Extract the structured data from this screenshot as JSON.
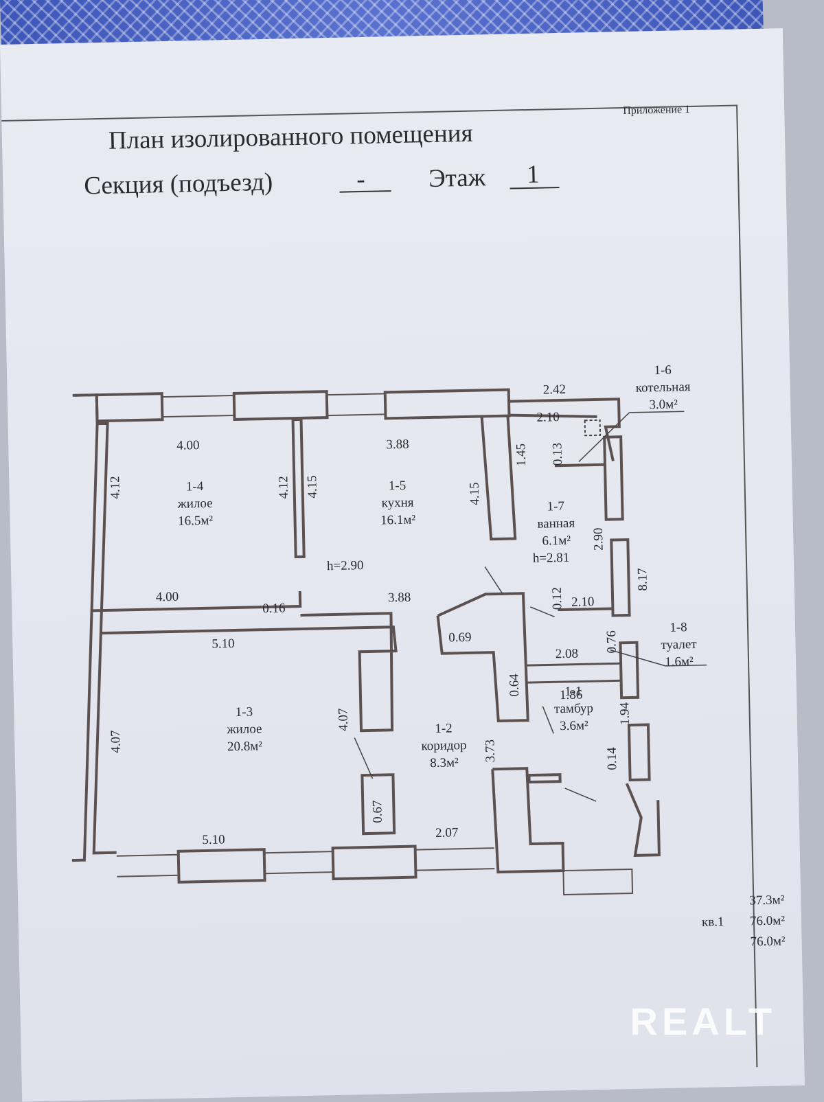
{
  "appendix": "Приложение 1",
  "title": "План изолированного помещения",
  "section_label": "Секция (подъезд)",
  "section_value": "-",
  "floor_label": "Этаж",
  "floor_value": "1",
  "rooms": [
    {
      "id": "1-4",
      "name": "жилое",
      "area": "16.5м²"
    },
    {
      "id": "1-5",
      "name": "кухня",
      "area": "16.1м²"
    },
    {
      "id": "1-6",
      "name": "котельная",
      "area": "3.0м²"
    },
    {
      "id": "1-7",
      "name": "ванная",
      "area": "6.1м²"
    },
    {
      "id": "1-8",
      "name": "туалет",
      "area": "1.6м²"
    },
    {
      "id": "1-3",
      "name": "жилое",
      "area": "20.8м²"
    },
    {
      "id": "1-2",
      "name": "коридор",
      "area": "8.3м²"
    },
    {
      "id": "1-1",
      "name": "тамбур",
      "area": "3.6м²"
    }
  ],
  "heights": {
    "main": "h=2.90",
    "bath": "h=2.81"
  },
  "dims": {
    "d400a": "4.00",
    "d400b": "4.00",
    "d388a": "3.88",
    "d388b": "3.88",
    "d242": "2.42",
    "d210a": "2.10",
    "d210b": "2.10",
    "d412a": "4.12",
    "d412b": "4.12",
    "d415a": "4.15",
    "d415b": "4.15",
    "d145": "1.45",
    "d013": "0.13",
    "d290": "2.90",
    "d817": "8.17",
    "d016": "0.16",
    "d012": "0.12",
    "d510a": "5.10",
    "d510b": "5.10",
    "d069": "0.69",
    "d208": "2.08",
    "d076": "0.76",
    "d186": "1.86",
    "d064": "0.64",
    "d407a": "4.07",
    "d407b": "4.07",
    "d373": "3.73",
    "d194": "1.94",
    "d014": "0.14",
    "d067": "0.67",
    "d207": "2.07"
  },
  "totals": {
    "area1": "37.3м²",
    "apt_label": "кв.1",
    "area2": "76.0м²",
    "area3": "76.0м²"
  },
  "watermark": "REALT"
}
